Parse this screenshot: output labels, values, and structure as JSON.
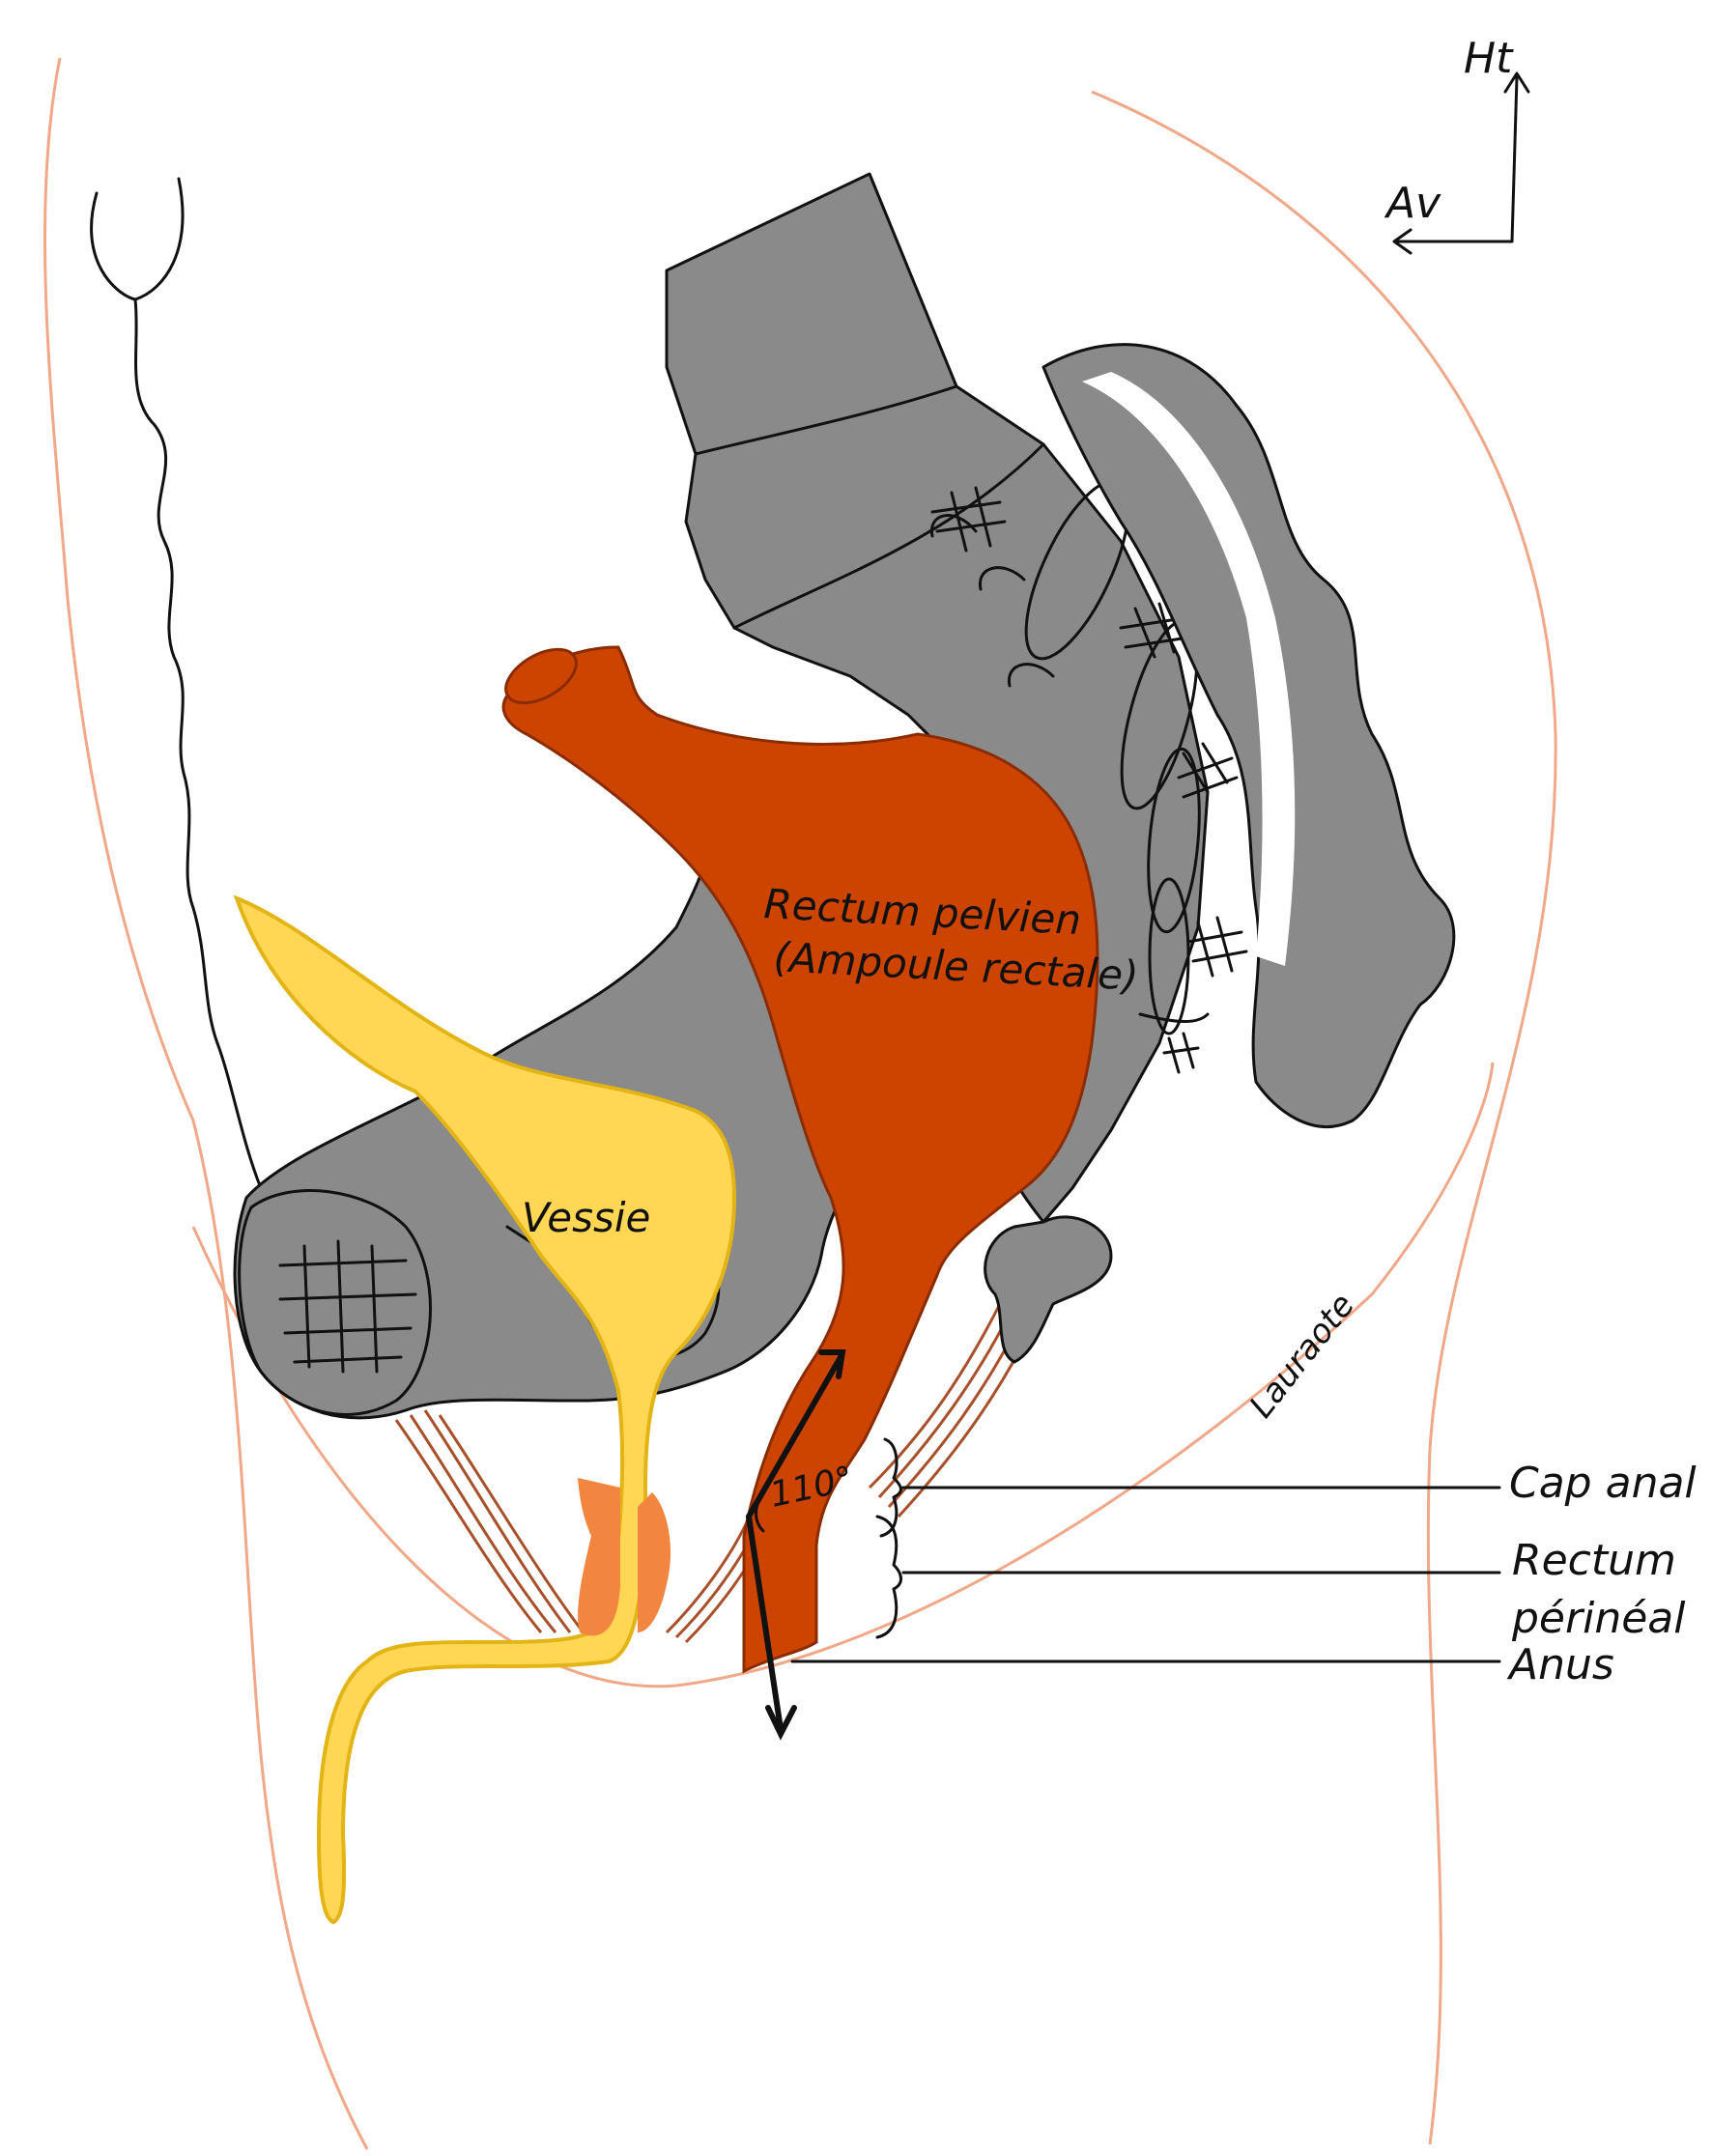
{
  "orientation": {
    "up": "Ht",
    "front": "Av"
  },
  "organs": {
    "rectum_line1": "Rectum pelvien",
    "rectum_line2": "(Ampoule rectale)",
    "bladder": "Vessie"
  },
  "angle": "110°",
  "labels": {
    "cap_anal": "Cap anal",
    "rectum_perineal_line1": "Rectum",
    "rectum_perineal_line2": "périnéal",
    "anus": "Anus"
  },
  "signature": "Lauraote",
  "colors": {
    "bone": "#8a8a8a",
    "rectum": "#cc4400",
    "bladder": "#ffd754",
    "bladder_border": "#e3b415",
    "prostate": "#f2853f",
    "muscle": "#a8502a",
    "skin_outline": "#f0a888"
  }
}
